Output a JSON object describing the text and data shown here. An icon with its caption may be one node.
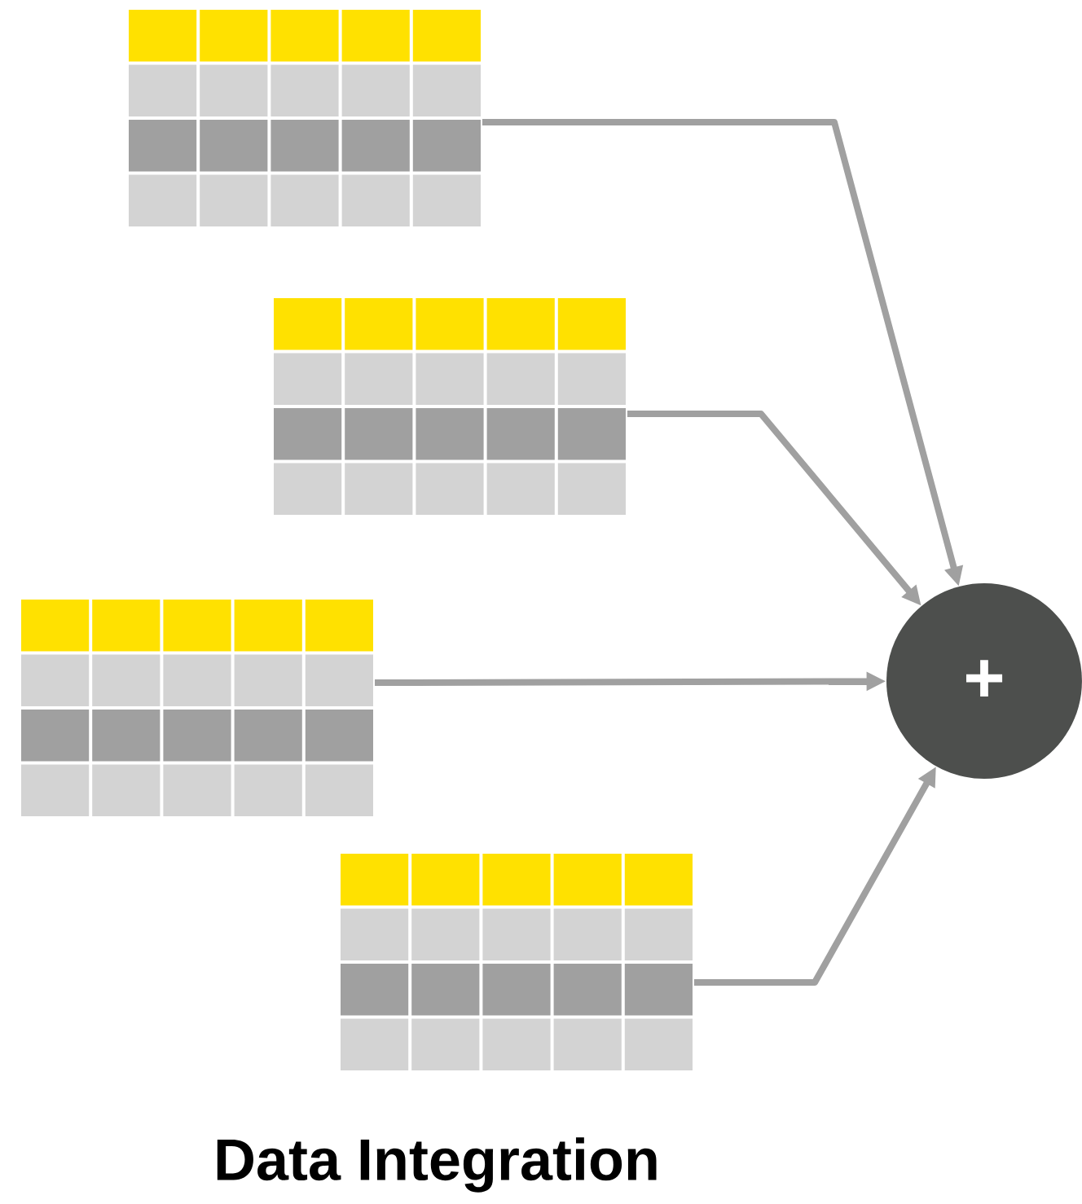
{
  "diagram": {
    "title": "Data Integration",
    "nodes": [
      {
        "text": [],
        "shape": "table"
      },
      {
        "text": [],
        "shape": "table"
      },
      {
        "text": [],
        "shape": "table"
      },
      {
        "text": [],
        "shape": "table"
      },
      {
        "text": [
          "+"
        ]
      }
    ],
    "edges": [
      {
        "from": 0,
        "to": 4,
        "arrow": "to"
      },
      {
        "from": 1,
        "to": 4,
        "arrow": "to"
      },
      {
        "from": 2,
        "to": 4,
        "arrow": "to"
      },
      {
        "from": 3,
        "to": 4,
        "arrow": "to"
      }
    ]
  }
}
